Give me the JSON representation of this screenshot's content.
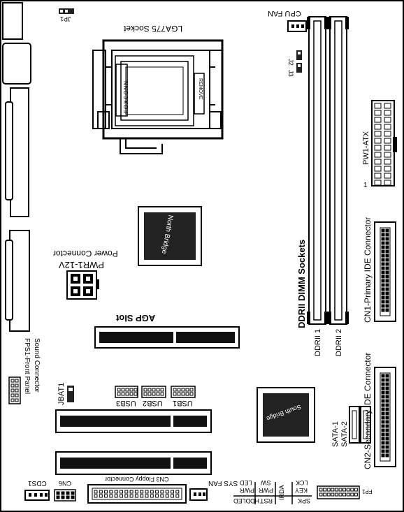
{
  "labels": {
    "cpu_fan": "CPU FAN",
    "jp1": "JP1",
    "lga775": "LGA775 Socket",
    "foxconn": "FOXCONN",
    "remove": "REMOVE",
    "j3": "J3",
    "j2": "J2",
    "pw1_atx": "PW1-ATX",
    "pin1": "1",
    "north_bridge": "North Bridge",
    "power_connector": "Power Connector",
    "pwr1_12v": "PWR1-12V",
    "ddrii_dimm": "DDRII DIMM Sockets",
    "ddrii1": "DDRII 1",
    "ddrii2": "DDRII 2",
    "cn1": "CN1-Primary IDE Connector",
    "agp_slot": "AGP Slot",
    "fps1_line1": "FPS1-Front Panel",
    "fps1_line2": "Sound Connector",
    "jbat1": "JBAT1",
    "usb3": "USB3",
    "usb2": "USB2",
    "usb1": "USB1",
    "south_bridge": "South Bridge",
    "sata1": "SATA-1",
    "sata2": "SATA-2",
    "cn2": "CN2-Secondary IDE Connector",
    "cds1": "CDS1",
    "cn6": "CN6",
    "cn3": "CN3 Floppy Connector",
    "sys_fan": "SYS FAN",
    "pwr_led_1": "PWR",
    "pwr_led_2": "LED",
    "pwr_sw_1": "PWR",
    "pwr_sw_2": "SW",
    "rst": "RST",
    "hddled": "HDDLED",
    "irda": "IRDA",
    "key_lck_1": "KEY",
    "key_lck_2": "LCK",
    "spk": "SPK",
    "fp1": "FP1"
  }
}
